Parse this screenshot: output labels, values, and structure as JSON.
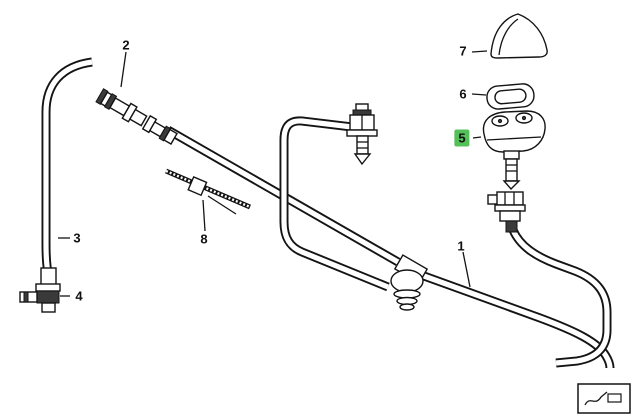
{
  "diagram": {
    "background_color": "#ffffff",
    "line_color": "#141414",
    "highlight_color": "#54c05a",
    "labels": [
      {
        "text": "1",
        "highlighted": false
      },
      {
        "text": "2",
        "highlighted": false
      },
      {
        "text": "3",
        "highlighted": false
      },
      {
        "text": "4",
        "highlighted": false
      },
      {
        "text": "5",
        "highlighted": true
      },
      {
        "text": "6",
        "highlighted": false
      },
      {
        "text": "7",
        "highlighted": false
      },
      {
        "text": "8",
        "highlighted": false
      }
    ],
    "icons": {
      "thumbnail": "mini-diagram-icon"
    }
  }
}
